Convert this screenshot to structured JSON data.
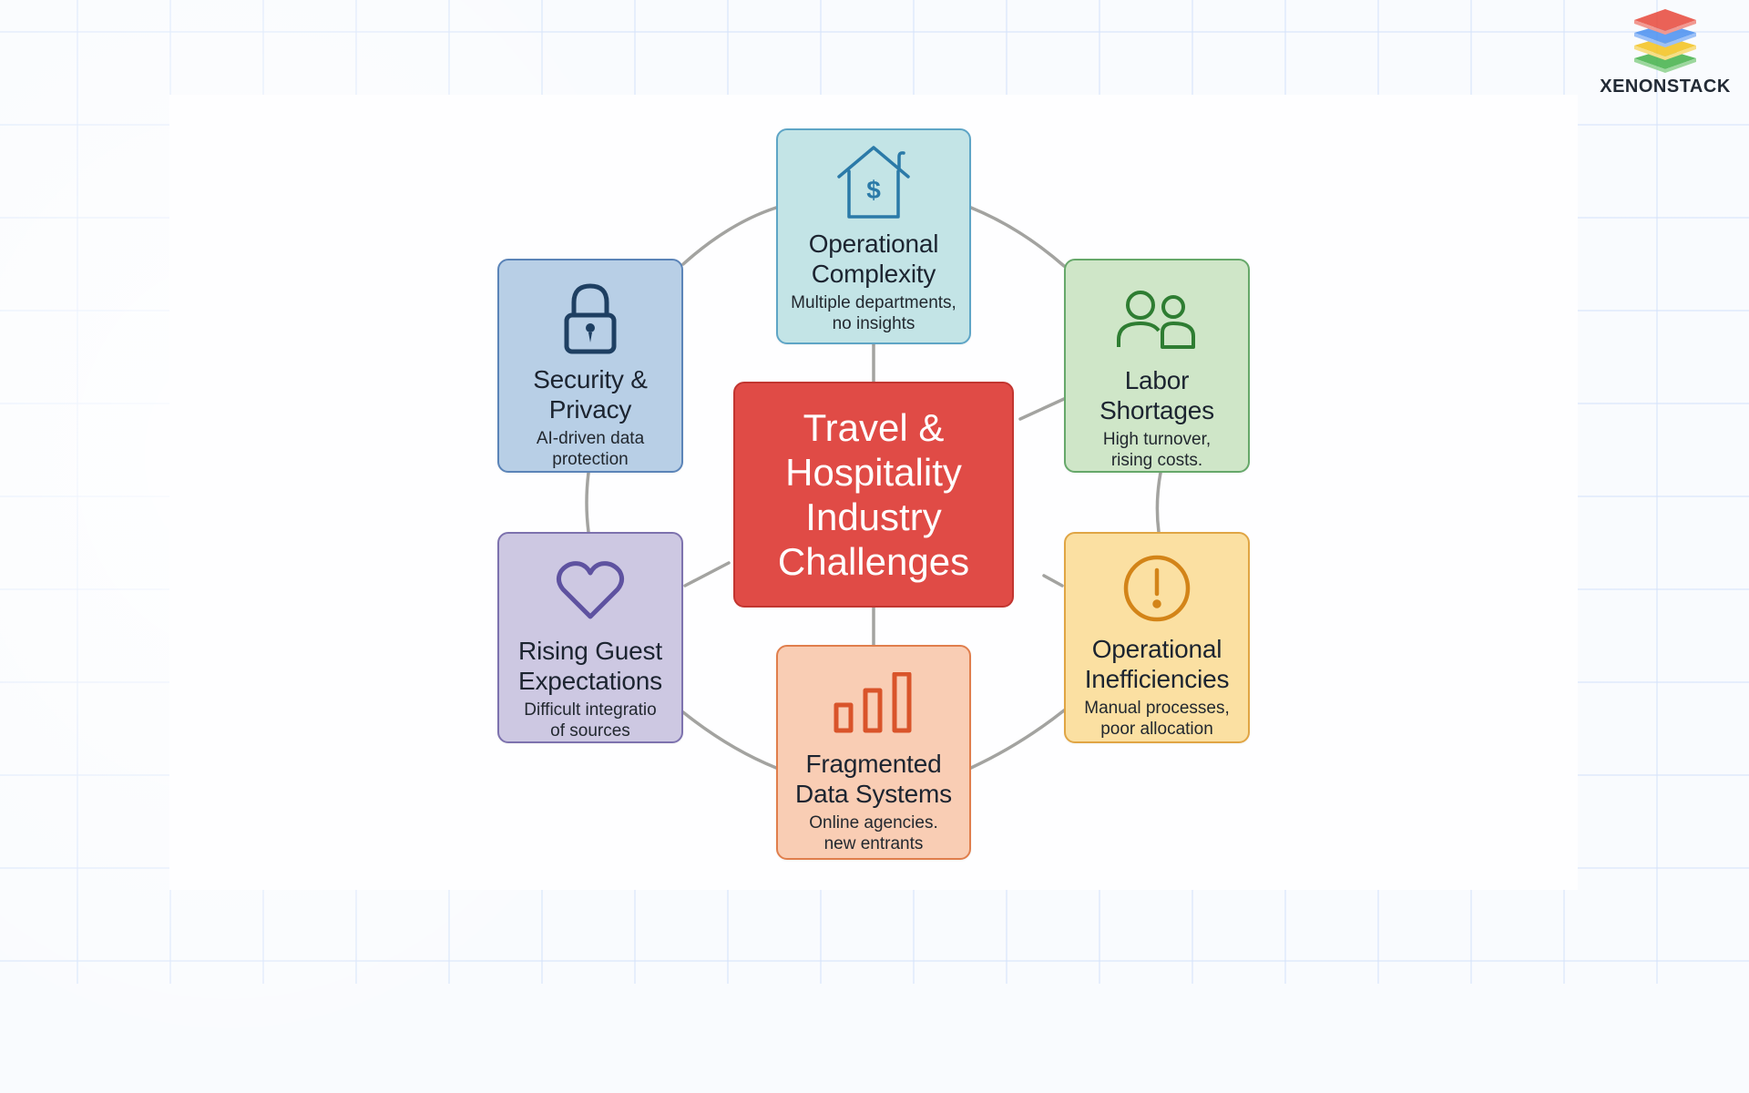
{
  "brand": {
    "name": "XENONSTACK",
    "logo_icon": "stacked-layers-icon",
    "layer_colors": [
      "#e8483a",
      "#4a8ff0",
      "#f4c21c",
      "#44b249"
    ]
  },
  "diagram": {
    "center": {
      "lines": [
        "Travel &",
        "Hospitality",
        "Industry",
        "Challenges"
      ],
      "color": "#e04b46"
    },
    "nodes": [
      {
        "id": "operational-complexity",
        "title_lines": [
          "Operational",
          "Complexity"
        ],
        "desc_lines": [
          "Multiple departments,",
          "no insights"
        ],
        "icon": "house-dollar-icon",
        "fill": "#c3e4e6",
        "border": "#5ea5c6",
        "icon_color": "#2b7aa8"
      },
      {
        "id": "security-privacy",
        "title_lines": [
          "Security &",
          "Privacy"
        ],
        "desc_lines": [
          "AI-driven data",
          "protection"
        ],
        "icon": "padlock-icon",
        "fill": "#b8cfe6",
        "border": "#5b84b8",
        "icon_color": "#1e3f62"
      },
      {
        "id": "labor-shortages",
        "title_lines": [
          "Labor",
          "Shortages"
        ],
        "desc_lines": [
          "High turnover,",
          "rising costs."
        ],
        "icon": "people-icon",
        "fill": "#cfe6c8",
        "border": "#66a86a",
        "icon_color": "#2e7d32"
      },
      {
        "id": "rising-guest-expectations",
        "title_lines": [
          "Rising Guest",
          "Expectations"
        ],
        "desc_lines": [
          "Difficult integratio",
          "of sources"
        ],
        "icon": "heart-icon",
        "fill": "#cdc8e2",
        "border": "#7d72ae",
        "icon_color": "#5e52a0"
      },
      {
        "id": "operational-inefficiencies",
        "title_lines": [
          "Operational",
          "Inefficiencies"
        ],
        "desc_lines": [
          "Manual processes,",
          "poor allocation"
        ],
        "icon": "exclamation-circle-icon",
        "fill": "#fbe0a2",
        "border": "#e0a544",
        "icon_color": "#d38418"
      },
      {
        "id": "fragmented-data-systems",
        "title_lines": [
          "Fragmented",
          "Data Systems"
        ],
        "desc_lines": [
          "Online agencies.",
          "new entrants"
        ],
        "icon": "bar-chart-icon",
        "fill": "#f9cdb4",
        "border": "#e07e4c",
        "icon_color": "#d9542a"
      }
    ],
    "connector_color": "#a3a3a0"
  }
}
